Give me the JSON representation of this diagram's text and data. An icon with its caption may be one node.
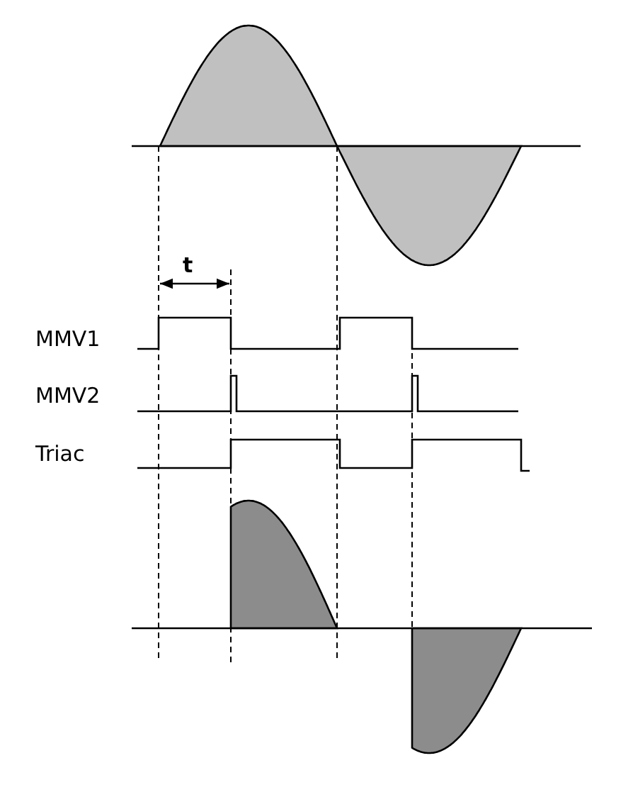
{
  "diagram": {
    "labels": [
      "t",
      "MMV1",
      "MMV2",
      "Triac"
    ]
  }
}
